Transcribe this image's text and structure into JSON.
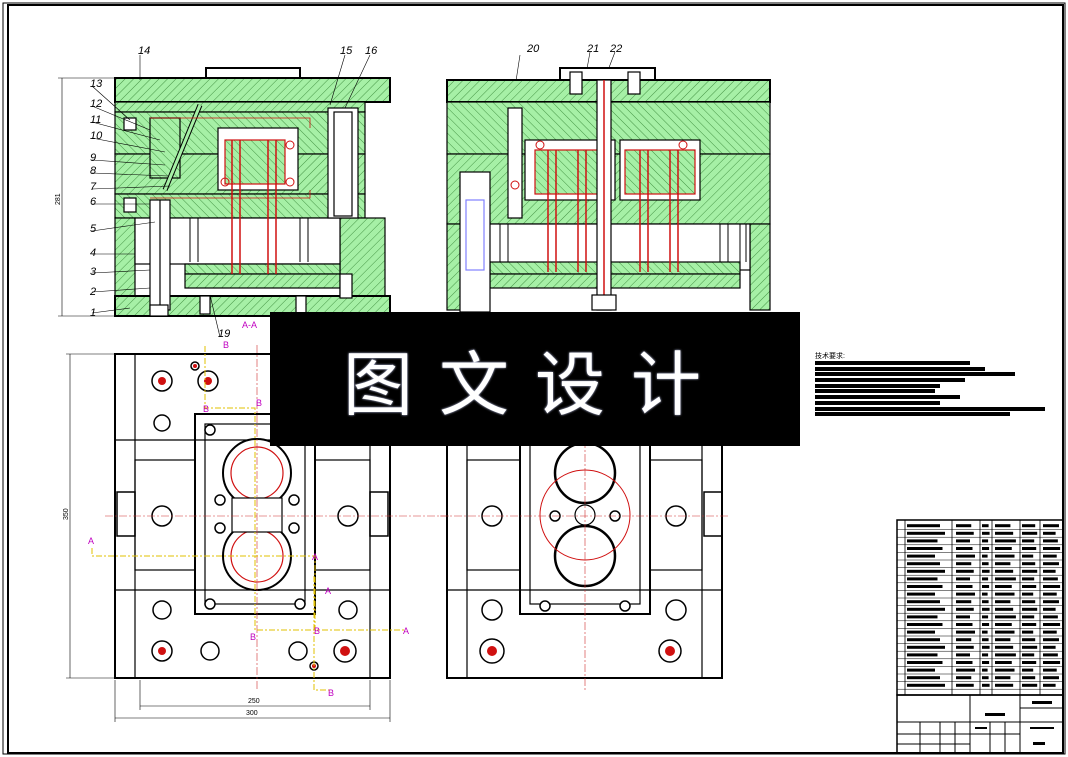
{
  "callouts": [
    "1",
    "2",
    "3",
    "4",
    "5",
    "6",
    "7",
    "8",
    "9",
    "10",
    "11",
    "12",
    "13",
    "14",
    "15",
    "16",
    "19",
    "20",
    "21",
    "22"
  ],
  "section_labels": {
    "aa": "A-A",
    "a": "A",
    "b": "B"
  },
  "dimensions": {
    "height": "281",
    "width_overall": "300",
    "width_inner": "250",
    "depth": "350"
  },
  "watermark": "图文设计",
  "tech_requirements_title": "技术要求:",
  "colors": {
    "hatch_fill": "#a6f0a6",
    "outline": "#000000",
    "hole_red": "#d01010",
    "section_magenta": "#c000c0",
    "centerline": "#d03030"
  }
}
